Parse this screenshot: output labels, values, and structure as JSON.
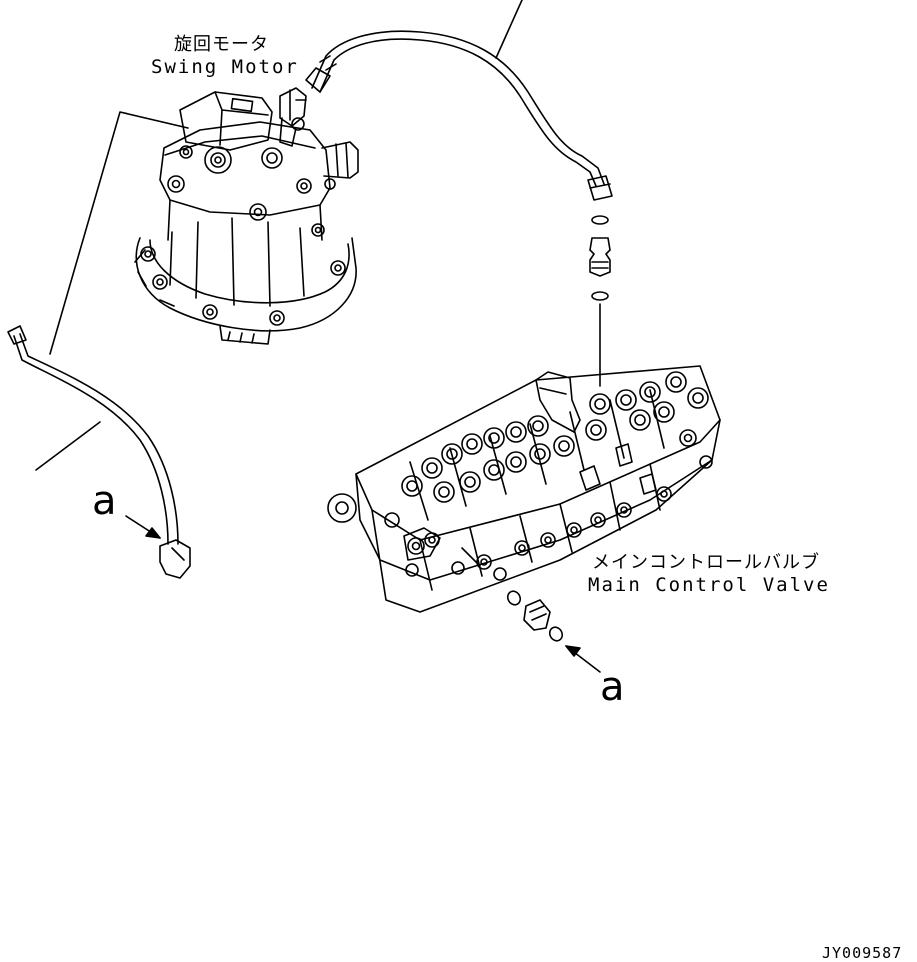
{
  "callouts": {
    "swing_motor_jp": "旋回モータ",
    "swing_motor_en": "Swing Motor",
    "main_control_valve_jp": "メインコントロールバルブ",
    "main_control_valve_en": "Main Control Valve",
    "ref_a_left": "a",
    "ref_a_right": "a"
  },
  "drawing_code": "JY009587",
  "colors": {
    "line": "#000000",
    "background": "#ffffff"
  }
}
